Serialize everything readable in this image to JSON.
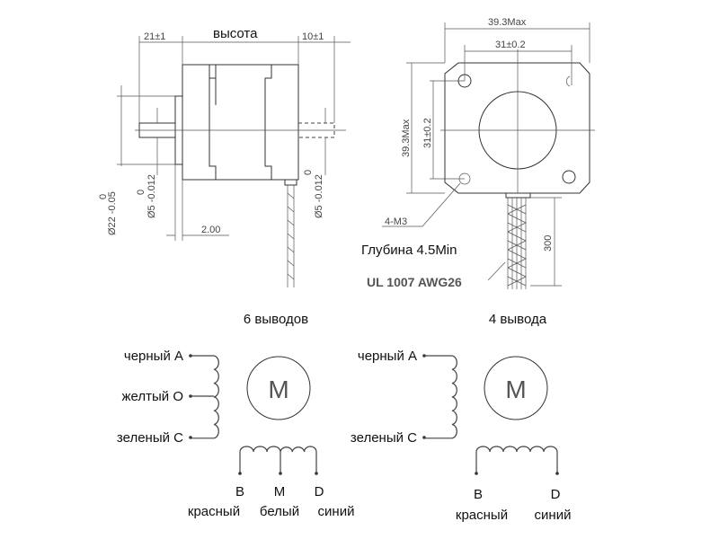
{
  "side_view": {
    "dim_front_shaft": "21±1",
    "dim_height": "высота",
    "dim_rear_shaft": "10±1",
    "dim_boss_diameter": "Ø22 -0.05",
    "dim_boss_tol_upper": "0",
    "dim_shaft_diameter": "Ø5 -0.012",
    "dim_shaft_tol_upper": "0",
    "dim_rear_shaft_diameter": "Ø5 -0.012",
    "dim_rear_tol_upper": "0",
    "dim_boss_height": "2.00"
  },
  "front_view": {
    "dim_width": "39.3Max",
    "dim_hole_spacing_h": "31±0.2",
    "dim_height": "39.3Max",
    "dim_hole_spacing_v": "31±0.2",
    "holes": "4-M3",
    "depth": "Глубина 4.5Min",
    "wire_length": "300",
    "wire_spec": "UL 1007 AWG26"
  },
  "six_wire": {
    "title": "6 выводов",
    "motor": "M",
    "left_leads": [
      "черный A",
      "желтый O",
      "зеленый C"
    ],
    "bottom_letters": [
      "B",
      "M",
      "D"
    ],
    "bottom_colors": [
      "красный",
      "белый",
      "синий"
    ]
  },
  "four_wire": {
    "title": "4 вывода",
    "motor": "M",
    "left_leads": [
      "черный A",
      "зеленый C"
    ],
    "bottom_letters": [
      "B",
      "D"
    ],
    "bottom_colors": [
      "красный",
      "синий"
    ]
  }
}
